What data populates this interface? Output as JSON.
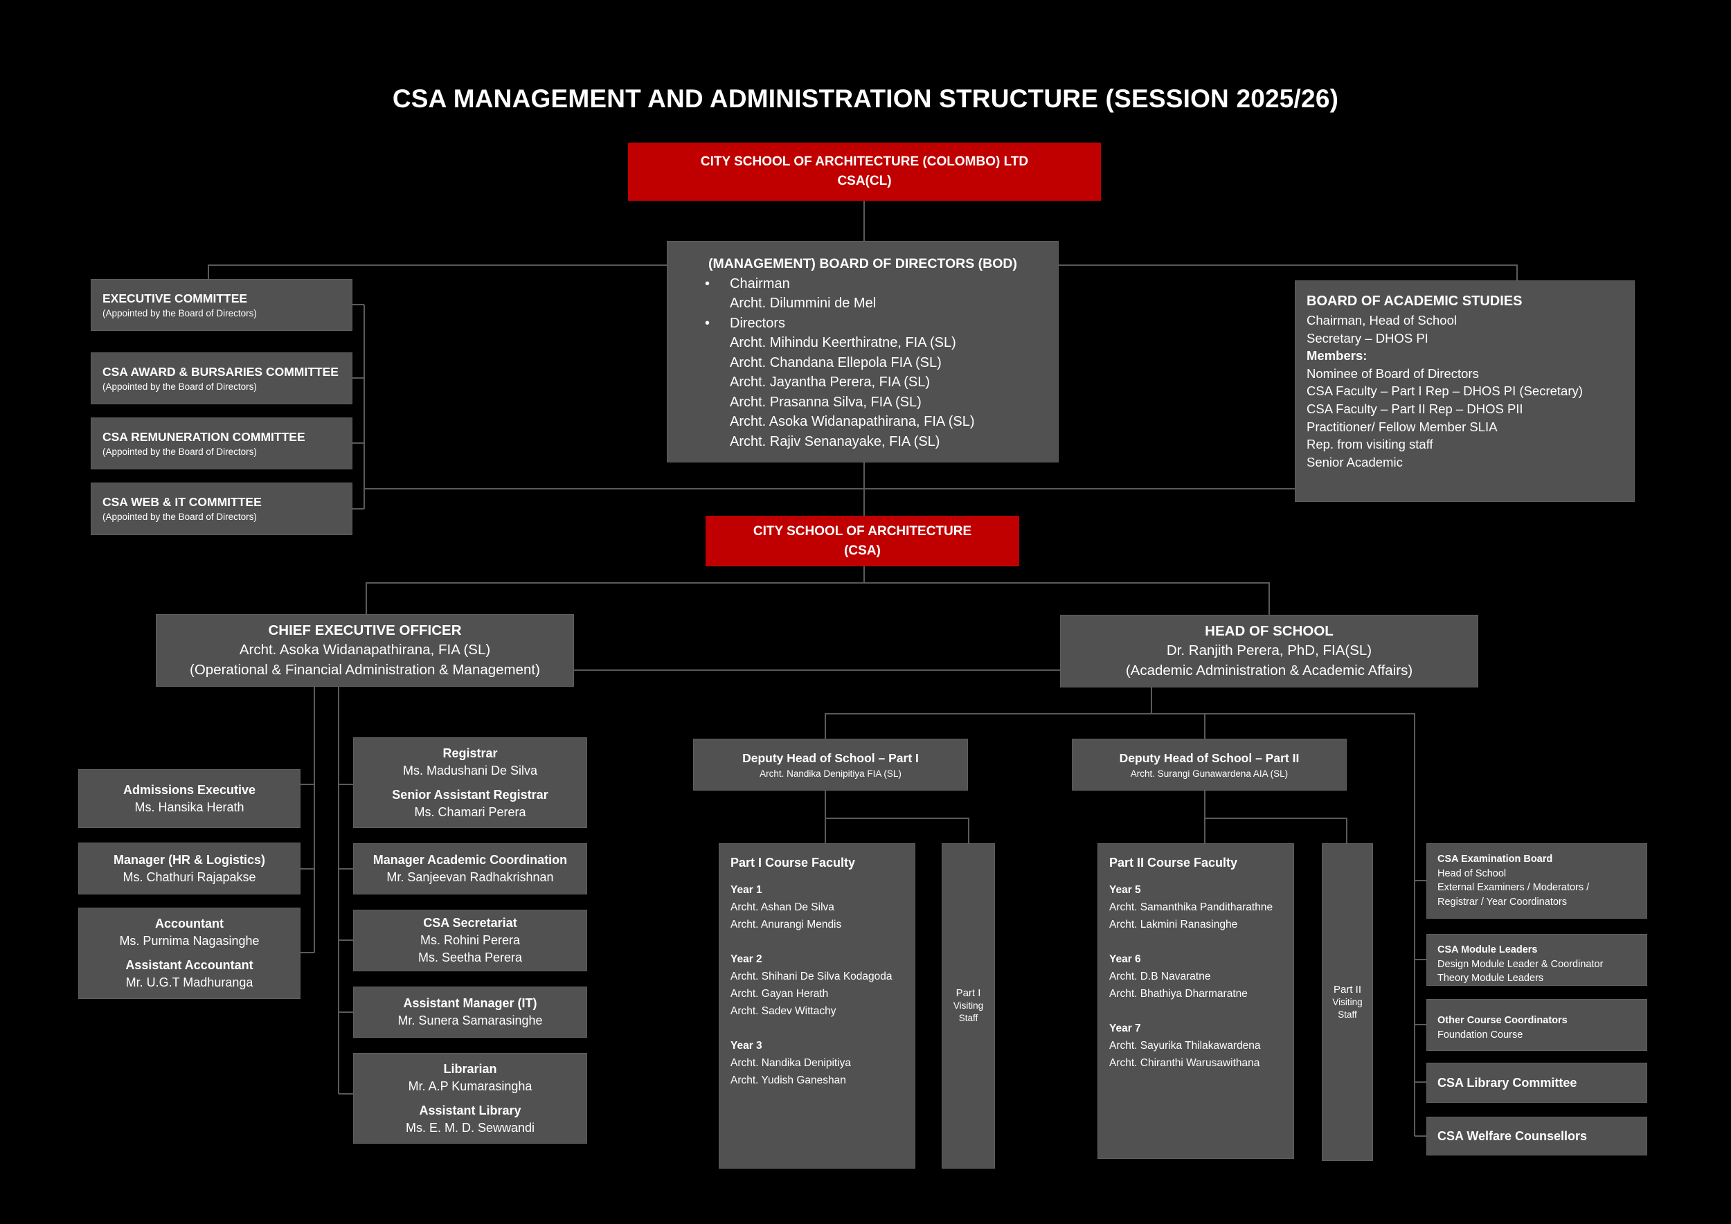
{
  "title": "CSA MANAGEMENT AND ADMINISTRATION STRUCTURE (SESSION 2025/26)",
  "colors": {
    "background": "#000000",
    "box": "#515151",
    "accent_red": "#c00000",
    "connector": "#5a5a5a"
  },
  "company": {
    "line1": "CITY SCHOOL OF ARCHITECTURE (COLOMBO) LTD",
    "line2": "CSA(CL)"
  },
  "bod": {
    "heading": "(MANAGEMENT) BOARD OF DIRECTORS (BOD)",
    "chairman_label": "Chairman",
    "chairman": "Archt. Dilummini de Mel",
    "directors_label": "Directors",
    "directors": [
      "Archt. Mihindu Keerthiratne, FIA (SL)",
      "Archt. Chandana Ellepola FIA (SL)",
      "Archt. Jayantha Perera, FIA (SL)",
      "Archt. Prasanna Silva, FIA (SL)",
      "Archt. Asoka Widanapathirana, FIA (SL)",
      "Archt. Rajiv Senanayake, FIA (SL)"
    ]
  },
  "committees": [
    {
      "name": "EXECUTIVE COMMITTEE",
      "note": "(Appointed by the Board of Directors)"
    },
    {
      "name": "CSA AWARD & BURSARIES COMMITTEE",
      "note": "(Appointed by the Board of Directors)"
    },
    {
      "name": "CSA REMUNERATION COMMITTEE",
      "note": "(Appointed by the Board of Directors)"
    },
    {
      "name": "CSA WEB & IT COMMITTEE",
      "note": "(Appointed by the Board of Directors)"
    }
  ],
  "academic_board": {
    "heading": "BOARD OF ACADEMIC STUDIES",
    "lines": [
      {
        "text": "Chairman, Head of School"
      },
      {
        "text": "Secretary – DHOS PI"
      },
      {
        "text": "Members:",
        "bold": true
      },
      {
        "text": "Nominee of Board of Directors"
      },
      {
        "text": "CSA Faculty – Part I Rep – DHOS PI (Secretary)"
      },
      {
        "text": "CSA Faculty – Part II Rep – DHOS PII"
      },
      {
        "text": "Practitioner/ Fellow Member SLIA"
      },
      {
        "text": "Rep. from visiting staff"
      },
      {
        "text": "Senior Academic"
      }
    ]
  },
  "school": {
    "line1": "CITY SCHOOL OF ARCHITECTURE",
    "line2": "(CSA)"
  },
  "ceo": {
    "title": "CHIEF EXECUTIVE OFFICER",
    "name": "Archt. Asoka Widanapathirana, FIA (SL)",
    "role": "(Operational & Financial Administration & Management)"
  },
  "hos": {
    "title": "HEAD OF SCHOOL",
    "name": "Dr. Ranjith Perera, PhD, FIA(SL)",
    "role": "(Academic Administration & Academic Affairs)"
  },
  "left_staff": [
    {
      "lines": [
        {
          "text": "Admissions Executive",
          "bold": true
        },
        {
          "text": "Ms. Hansika Herath"
        }
      ]
    },
    {
      "lines": [
        {
          "text": "Manager (HR & Logistics)",
          "bold": true
        },
        {
          "text": "Ms. Chathuri Rajapakse"
        }
      ]
    },
    {
      "lines": [
        {
          "text": "Accountant",
          "bold": true
        },
        {
          "text": "Ms. Purnima Nagasinghe"
        },
        {
          "text": "Assistant Accountant",
          "bold": true,
          "gap": true
        },
        {
          "text": "Mr. U.G.T Madhuranga"
        }
      ]
    }
  ],
  "mid_staff": [
    {
      "lines": [
        {
          "text": "Registrar",
          "bold": true
        },
        {
          "text": "Ms. Madushani De Silva"
        },
        {
          "text": "Senior Assistant Registrar",
          "bold": true,
          "gap": true
        },
        {
          "text": "Ms. Chamari Perera"
        }
      ]
    },
    {
      "lines": [
        {
          "text": "Manager Academic Coordination",
          "bold": true
        },
        {
          "text": "Mr. Sanjeevan Radhakrishnan"
        }
      ]
    },
    {
      "lines": [
        {
          "text": "CSA Secretariat",
          "bold": true
        },
        {
          "text": "Ms. Rohini Perera"
        },
        {
          "text": "Ms. Seetha Perera"
        }
      ]
    },
    {
      "lines": [
        {
          "text": "Assistant Manager (IT)",
          "bold": true
        },
        {
          "text": "Mr. Sunera Samarasinghe"
        }
      ]
    },
    {
      "lines": [
        {
          "text": "Librarian",
          "bold": true
        },
        {
          "text": "Mr. A.P Kumarasingha"
        },
        {
          "text": "Assistant Library",
          "bold": true,
          "gap": true
        },
        {
          "text": "Ms. E. M. D. Sewwandi"
        }
      ]
    }
  ],
  "dhos1": {
    "title": "Deputy Head of School – Part I",
    "name": "Archt. Nandika Denipitiya FIA (SL)"
  },
  "dhos2": {
    "title": "Deputy Head of School – Part II",
    "name": "Archt. Surangi Gunawardena AIA (SL)"
  },
  "part1_faculty": {
    "heading": "Part I Course Faculty",
    "lines": [
      {
        "text": "Year 1",
        "bold": true
      },
      {
        "text": "Archt. Ashan De Silva"
      },
      {
        "text": "Archt. Anurangi Mendis"
      },
      {
        "text": "Year 2",
        "bold": true,
        "gap": true
      },
      {
        "text": "Archt. Shihani De Silva Kodagoda"
      },
      {
        "text": "Archt. Gayan Herath"
      },
      {
        "text": "Archt. Sadev Wittachy"
      },
      {
        "text": "Year 3",
        "bold": true,
        "gap": true
      },
      {
        "text": "Archt. Nandika Denipitiya"
      },
      {
        "text": "Archt. Yudish Ganeshan"
      }
    ]
  },
  "part1_visiting": {
    "line1": "Part I",
    "line2": "Visiting",
    "line3": "Staff"
  },
  "part2_faculty": {
    "heading": "Part II Course Faculty",
    "lines": [
      {
        "text": "Year 5",
        "bold": true
      },
      {
        "text": "Archt. Samanthika Panditharathne"
      },
      {
        "text": "Archt. Lakmini Ranasinghe"
      },
      {
        "text": "Year 6",
        "bold": true,
        "gap": true
      },
      {
        "text": "Archt. D.B Navaratne"
      },
      {
        "text": "Archt. Bhathiya Dharmaratne"
      },
      {
        "text": "Year 7",
        "bold": true,
        "gap": true
      },
      {
        "text": "Archt. Sayurika Thilakawardena"
      },
      {
        "text": "Archt. Chiranthi Warusawithana"
      }
    ]
  },
  "part2_visiting": {
    "line1": "Part II",
    "line2": "Visiting",
    "line3": "Staff"
  },
  "right_boards": [
    {
      "heading": "CSA Examination Board",
      "lines": [
        "Head of School",
        "External Examiners / Moderators /",
        "Registrar / Year Coordinators"
      ]
    },
    {
      "heading": "CSA Module Leaders",
      "lines": [
        "Design Module Leader & Coordinator",
        "Theory Module Leaders"
      ]
    },
    {
      "heading": "Other Course Coordinators",
      "lines": [
        "Foundation Course"
      ]
    },
    {
      "heading": "CSA Library Committee",
      "lines": []
    },
    {
      "heading": "CSA Welfare Counsellors",
      "lines": []
    }
  ]
}
